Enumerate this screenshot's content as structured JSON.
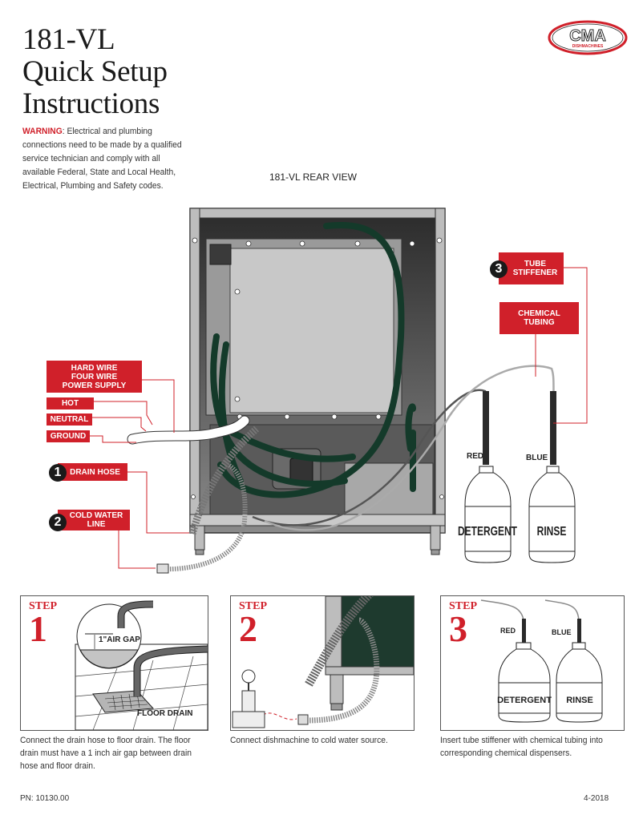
{
  "header": {
    "title_lines": [
      "181-VL",
      "Quick Setup",
      "Instructions"
    ],
    "warning_label": "WARNING",
    "warning_text": ": Electrical and plumbing connections need to be made by a qualified service technician and comply with all available Federal, State and Local Health, Electrical, Plumbing and Safety codes.",
    "logo_main": "CMA",
    "logo_sub": "DISHMACHINES"
  },
  "diagram": {
    "title": "181-VL REAR VIEW",
    "callouts": {
      "power_supply": [
        "HARD WIRE",
        "FOUR WIRE",
        "POWER SUPPLY"
      ],
      "hot": "HOT",
      "neutral": "NEUTRAL",
      "ground": "GROUND",
      "drain_hose": {
        "number": "1",
        "label": "DRAIN HOSE"
      },
      "cold_water": {
        "number": "2",
        "lines": [
          "COLD WATER",
          "LINE"
        ]
      },
      "tube_stiffener": {
        "number": "3",
        "lines": [
          "TUBE",
          "STIFFENER"
        ]
      },
      "chemical_tubing": [
        "CHEMICAL",
        "TUBING"
      ]
    },
    "tubes": {
      "red": "RED",
      "blue": "BLUE"
    },
    "bottles": {
      "detergent": "DETERGENT",
      "rinse": "RINSE"
    }
  },
  "steps": [
    {
      "tag": "STEP",
      "number": "1",
      "annotations": {
        "air_gap": "1\"AIR GAP",
        "floor_drain": "FLOOR DRAIN"
      },
      "caption": "Connect the drain hose to  floor drain. The floor drain must have a 1 inch air gap between drain hose and floor drain."
    },
    {
      "tag": "STEP",
      "number": "2",
      "caption": "Connect dishmachine to cold water source."
    },
    {
      "tag": "STEP",
      "number": "3",
      "annotations": {
        "red": "RED",
        "blue": "BLUE",
        "detergent": "DETERGENT",
        "rinse": "RINSE"
      },
      "caption": "Insert tube stiffener with chemical tubing into corresponding chemical dispensers."
    }
  ],
  "footer": {
    "part_number": "PN: 10130.00",
    "date": "4-2018"
  },
  "colors": {
    "accent_red": "#d0202a",
    "hose_green": "#143a2a",
    "steel": "#b8b8b8",
    "dark_steel": "#4a4a4a"
  }
}
